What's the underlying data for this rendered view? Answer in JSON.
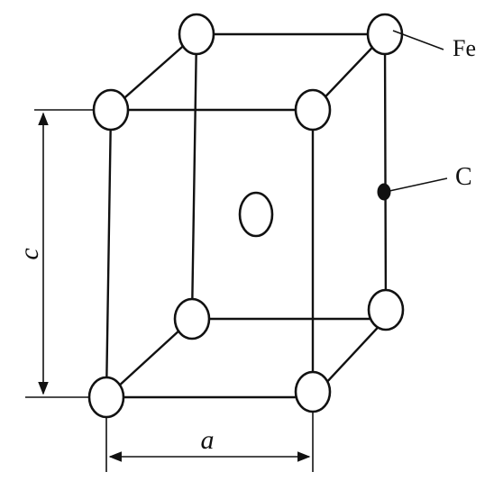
{
  "labels": {
    "fe": "Fe",
    "carbon": "C",
    "dim_a": "a",
    "dim_c": "c"
  },
  "colors": {
    "line": "#111111",
    "background": "#ffffff"
  }
}
